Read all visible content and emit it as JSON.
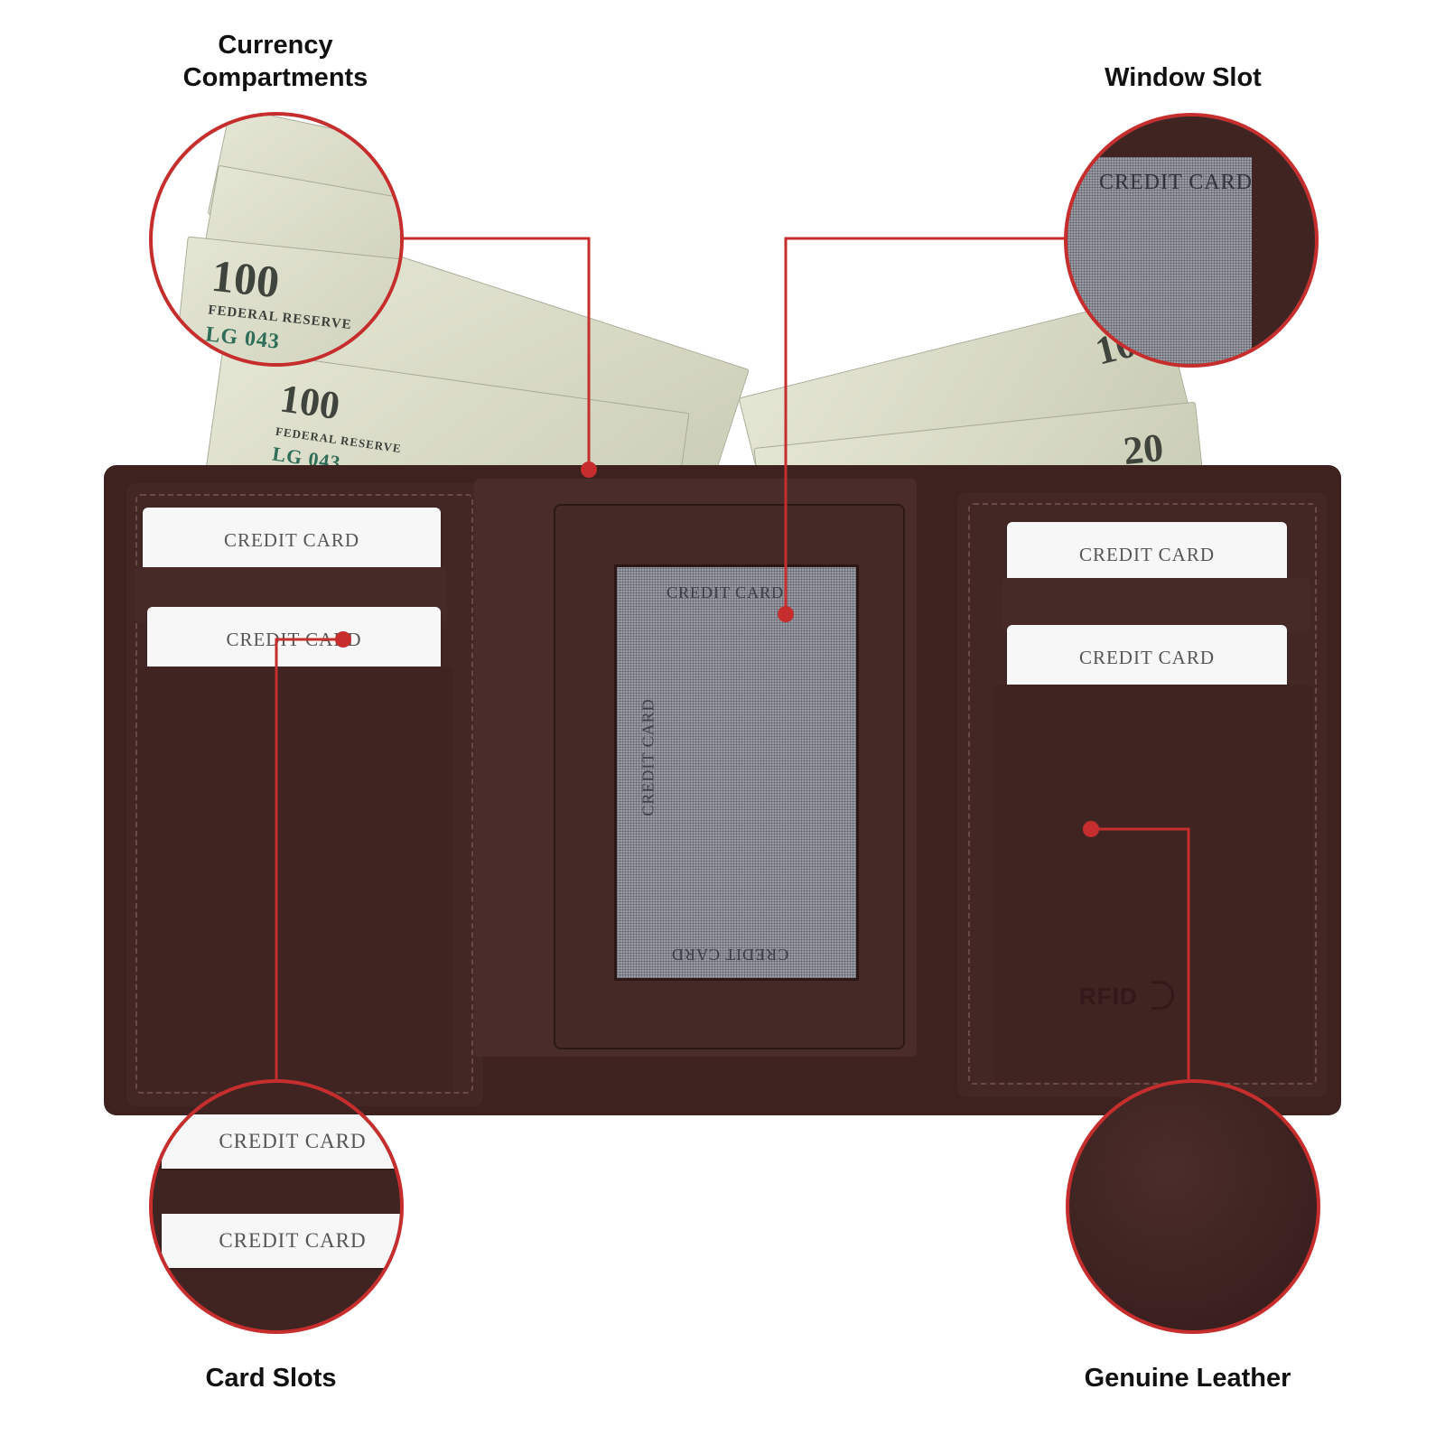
{
  "callouts": {
    "currency": "Currency\nCompartments",
    "window": "Window Slot",
    "cards": "Card Slots",
    "leather": "Genuine Leather"
  },
  "card_text": "CREDIT CARD",
  "bills": {
    "hundred": "100",
    "ten": "10",
    "twenty": "20",
    "federal_reserve": "FEDERAL RESERVE",
    "serial": "LG 043"
  },
  "rfid": "RFID",
  "colors": {
    "accent": "#c62e2e",
    "leather": "#422624"
  }
}
